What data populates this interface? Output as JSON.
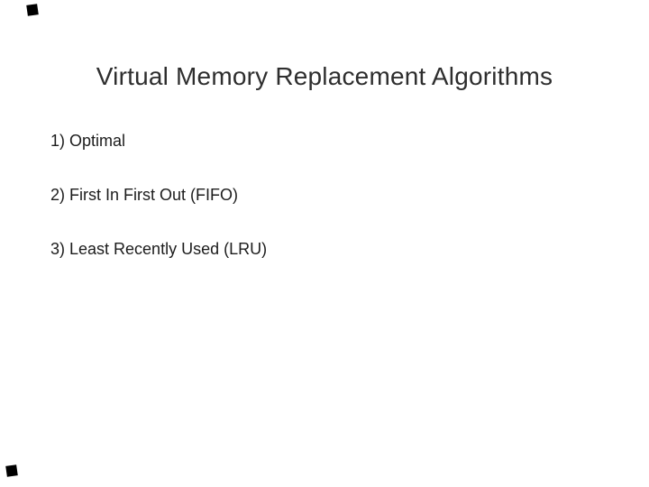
{
  "slide": {
    "title": "Virtual Memory Replacement Algorithms",
    "items": [
      {
        "label": "1) Optimal"
      },
      {
        "label": "2) First In First Out (FIFO)"
      },
      {
        "label": "3) Least Recently Used (LRU)"
      }
    ],
    "colors": {
      "background": "#ffffff",
      "title_text": "#2e2e2e",
      "body_text": "#1c1c1c",
      "corner_mark": "#000000"
    }
  }
}
